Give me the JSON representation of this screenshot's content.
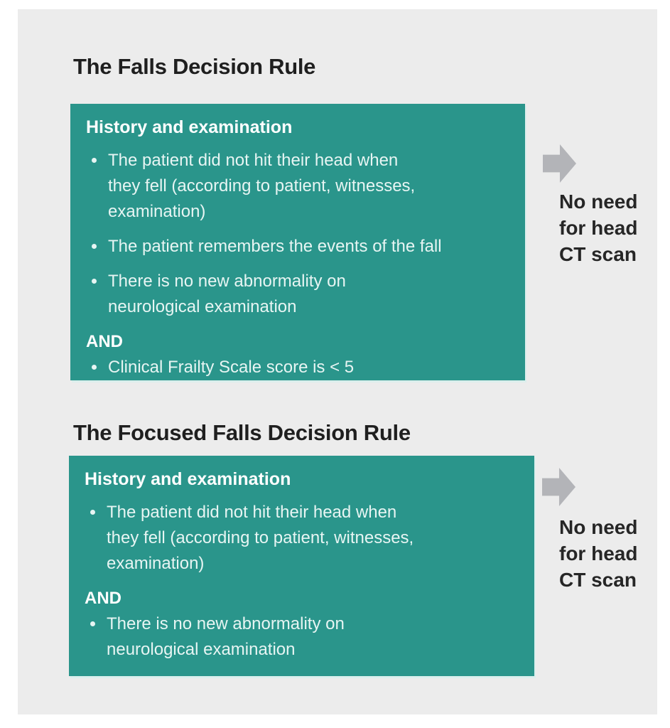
{
  "colors": {
    "page_bg": "#ffffff",
    "panel_bg": "#ececec",
    "box_bg": "#2a958b",
    "box_shadow": "#dcefed",
    "heading_text": "#ffffff",
    "bullet_text": "#e7f5f3",
    "title_text": "#1f1f1f",
    "outcome_text": "#262626",
    "arrow": "#b3b4b8"
  },
  "sections": [
    {
      "title": "The Falls Decision Rule",
      "box": {
        "heading": "History and examination",
        "items": [
          {
            "lines": [
              "The patient did not hit their head when",
              "they fell (according to patient, witnesses,",
              "examination)"
            ]
          },
          {
            "lines": [
              "The patient remembers the events of the fall"
            ]
          },
          {
            "lines": [
              "There is no new abnormality on",
              "neurological examination"
            ]
          },
          {
            "and": "AND"
          },
          {
            "lines": [
              "Clinical Frailty Scale score is < 5"
            ]
          }
        ]
      },
      "arrow_icon": "right-block-arrow",
      "outcome": [
        "No need",
        "for head",
        "CT scan"
      ]
    },
    {
      "title": "The Focused Falls Decision Rule",
      "box": {
        "heading": "History and examination",
        "items": [
          {
            "lines": [
              "The patient did not hit their head when",
              "they fell (according to patient, witnesses,",
              "examination)"
            ]
          },
          {
            "and": "AND"
          },
          {
            "lines": [
              "There is no new abnormality on",
              "neurological examination"
            ]
          }
        ]
      },
      "arrow_icon": "right-block-arrow",
      "outcome": [
        "No need",
        "for head",
        "CT scan"
      ]
    }
  ]
}
